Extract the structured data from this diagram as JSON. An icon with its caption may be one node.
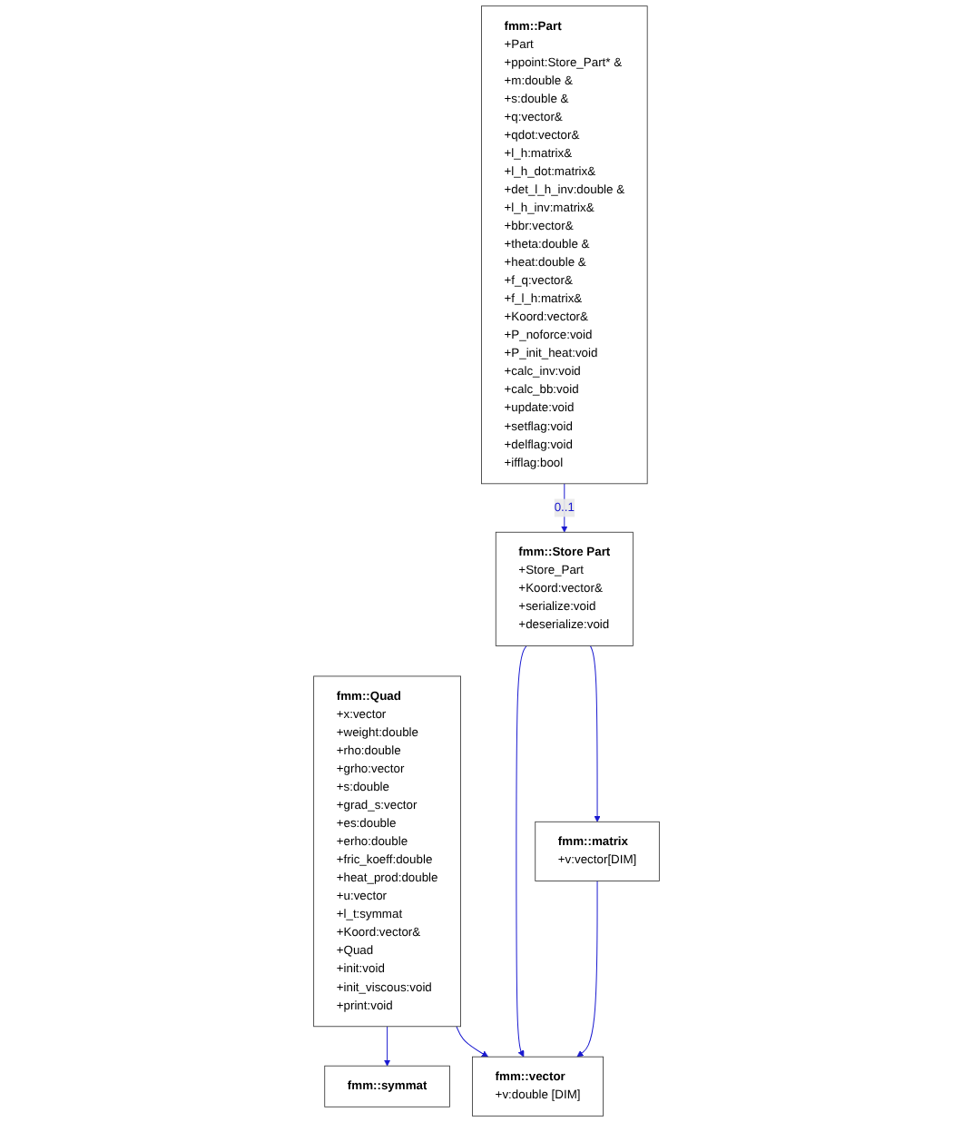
{
  "diagram": {
    "nodes": [
      {
        "text": [
          "fmm::Part",
          "+Part",
          "+ppoint:Store_Part* &",
          "+m:double &",
          "+s:double &",
          "+q:vector&",
          "+qdot:vector&",
          "+l_h:matrix&",
          "+l_h_dot:matrix&",
          "+det_l_h_inv:double &",
          "+l_h_inv:matrix&",
          "+bbr:vector&",
          "+theta:double &",
          "+heat:double &",
          "+f_q:vector&",
          "+f_l_h:matrix&",
          "+Koord:vector&",
          "+P_noforce:void",
          "+P_init_heat:void",
          "+calc_inv:void",
          "+calc_bb:void",
          "+update:void",
          "+setflag:void",
          "+delflag:void",
          "+ifflag:bool"
        ]
      },
      {
        "text": [
          "fmm::Quad",
          "+x:vector",
          "+weight:double",
          "+rho:double",
          "+grho:vector",
          "+s:double",
          "+grad_s:vector",
          "+es:double",
          "+erho:double",
          "+fric_koeff:double",
          "+heat_prod:double",
          "+u:vector",
          "+l_t:symmat",
          "+Koord:vector&",
          "+Quad",
          "+init:void",
          "+init_viscous:void",
          "+print:void"
        ]
      },
      {
        "text": [
          "fmm::Store Part",
          "+Store_Part",
          "+Koord:vector&",
          "+serialize:void",
          "+deserialize:void"
        ]
      },
      {
        "text": [
          "fmm::matrix",
          "+v:vector[DIM]"
        ]
      },
      {
        "text": [
          "fmm::vector",
          "+v:double [DIM]"
        ]
      },
      {
        "text": [
          "fmm::symmat"
        ]
      }
    ],
    "edges": [
      {
        "from": 0,
        "to": 2,
        "arrow": "to",
        "label": "0..1"
      },
      {
        "from": 2,
        "to": 3,
        "arrow": "to"
      },
      {
        "from": 2,
        "to": 4,
        "arrow": "to"
      },
      {
        "from": 1,
        "to": 4,
        "arrow": "to"
      },
      {
        "from": 1,
        "to": 5,
        "arrow": "to"
      },
      {
        "from": 3,
        "to": 4,
        "arrow": "to"
      }
    ]
  }
}
